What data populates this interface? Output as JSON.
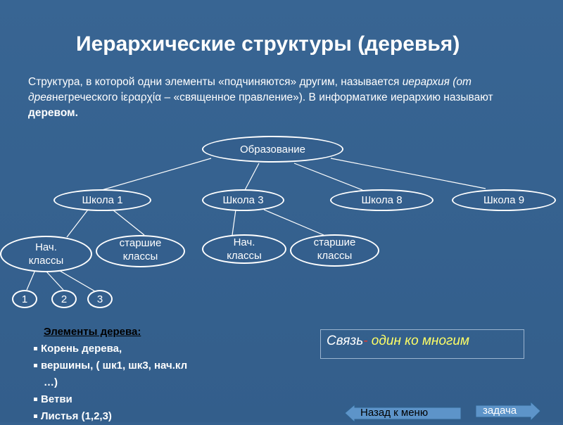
{
  "slide": {
    "title": "Иерархические структуры (деревья)",
    "intro": {
      "part1": "Структура, в которой одни элементы «подчиняются» другим, называется ",
      "italic": "иерархия (от древ",
      "part2": "негреческого ἱεραρχία – «священное правление»). В информатике иерархию называют ",
      "bold": "деревом",
      "end": "."
    }
  },
  "tree": {
    "root": "Образование",
    "schools": [
      "Школа 1",
      "Школа 3",
      "Школа 8",
      "Школа 9"
    ],
    "school1_children": [
      "Нач. классы",
      "старшие классы"
    ],
    "school3_children": [
      "Нач. классы",
      "старшие классы"
    ],
    "leaves": [
      "1",
      "2",
      "3"
    ]
  },
  "elements": {
    "heading": "Элементы дерева:",
    "items": [
      "Корень дерева,",
      "вершины, ( шк1, шк3, нач.кл",
      "…)",
      "Ветви",
      "Листья (1,2,3)"
    ]
  },
  "relation_box": {
    "prefix": "Связь",
    "dash": "-",
    "text": " один ко многим"
  },
  "nav": {
    "back_label": "Назад к меню",
    "task_label": "задача"
  }
}
